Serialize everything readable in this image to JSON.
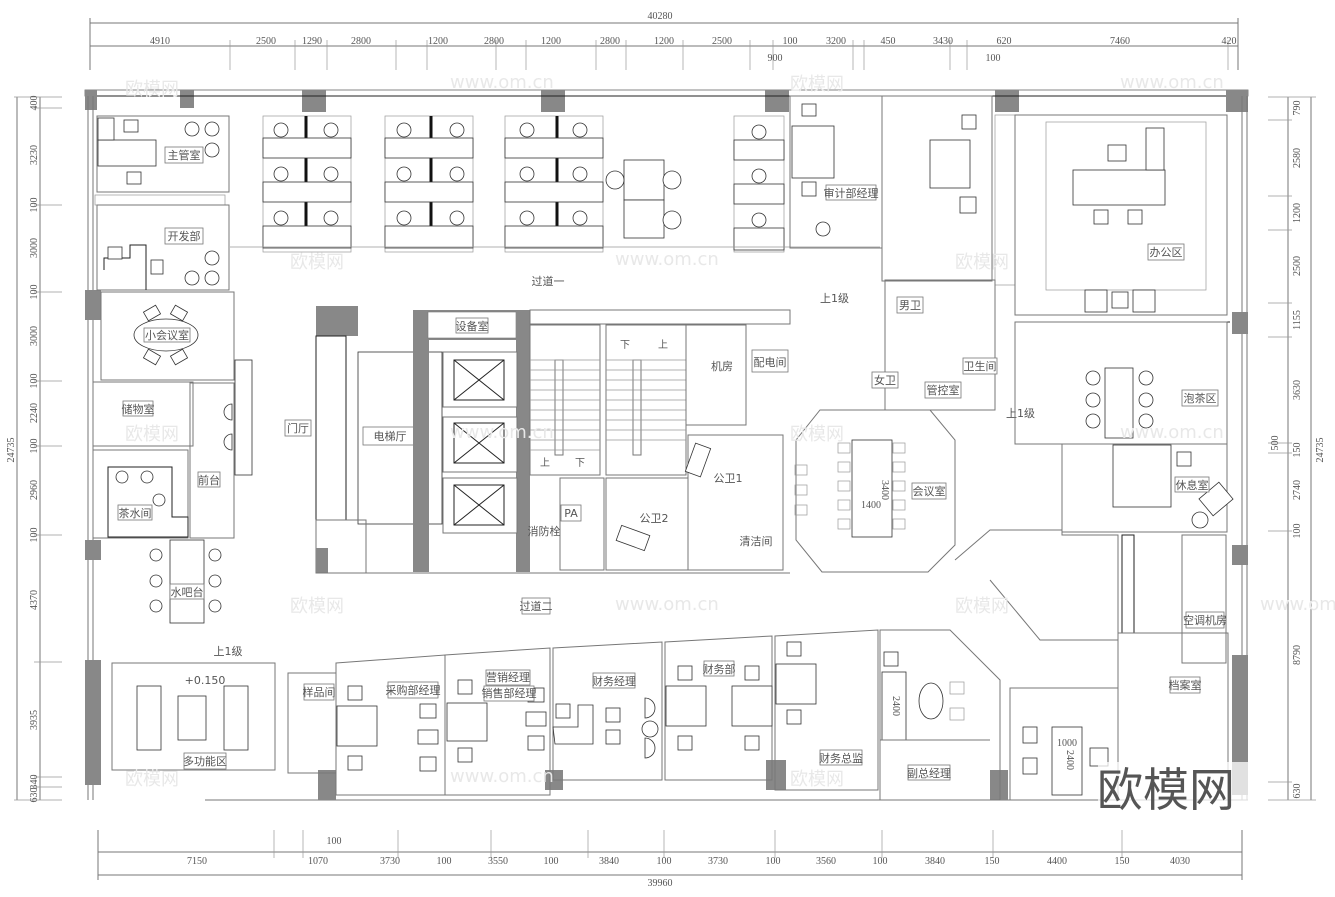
{
  "drawing": {
    "type": "office floor plan",
    "watermark_text": "欧模网",
    "watermark_url": "www.om.cn",
    "elevation_note": "+0.150",
    "step_note": "上1级"
  },
  "dimensions": {
    "top_total": "40280",
    "top_segments": [
      "4910",
      "2500",
      "1290",
      "2800",
      "1200",
      "2800",
      "1200",
      "2800",
      "1200",
      "2500",
      "100",
      "3200",
      "450",
      "3430",
      "620",
      "7460",
      "420"
    ],
    "top_sub": [
      "900",
      "100"
    ],
    "bottom_total": "39960",
    "bottom_segments": [
      "7150",
      "1070",
      "3730",
      "100",
      "3550",
      "100",
      "3840",
      "100",
      "3730",
      "100",
      "3560",
      "100",
      "3840",
      "150",
      "4400",
      "150",
      "4030"
    ],
    "bottom_sub": [
      "100"
    ],
    "left_total": "24735",
    "left_segments": [
      "400",
      "3230",
      "100",
      "3000",
      "100",
      "3000",
      "100",
      "2240",
      "100",
      "2960",
      "100",
      "4370",
      "3935",
      "340",
      "630"
    ],
    "right_total": "24735",
    "right_segments": [
      "790",
      "2580",
      "1200",
      "2500",
      "1155",
      "3630",
      "500",
      "150",
      "2740",
      "100",
      "8790",
      "630"
    ]
  },
  "rooms": {
    "supervisor": "主管室",
    "development": "开发部",
    "small_meeting": "小会议室",
    "storage": "储物室",
    "tea_room": "茶水间",
    "reception": "前台",
    "water_bar": "水吧台",
    "lobby": "门厅",
    "elevator_hall": "电梯厅",
    "equipment": "设备室",
    "machine_room": "机房",
    "power_room": "配电间",
    "pa": "PA",
    "fire_hydrant": "消防栓",
    "public_wc1": "公卫1",
    "public_wc2": "公卫2",
    "cleaning": "清洁间",
    "corridor1": "过道一",
    "corridor2": "过道二",
    "audit_manager": "审计部经理",
    "men_wc": "男卫",
    "women_wc": "女卫",
    "control_room": "管控室",
    "washroom": "卫生间",
    "office_area": "办公区",
    "tea_area": "泡茶区",
    "meeting_room": "会议室",
    "rest_room": "休息室",
    "ac_room": "空调机房",
    "archive": "档案室",
    "multifunction": "多功能区",
    "sample_room": "样品间",
    "purchase_manager": "采购部经理",
    "marketing_manager": "营销经理",
    "sales_manager": "销售部经理",
    "finance_manager": "财务经理",
    "finance_dept": "财务部",
    "finance_director": "财务总监",
    "deputy_gm": "副总经理"
  },
  "annotations": {
    "meeting_table_w": "1400",
    "meeting_table_l": "3400",
    "deputy_sofa": "2400",
    "archive_desk_w": "1000",
    "archive_desk_l": "2400",
    "stair_up": "上",
    "stair_down": "下"
  }
}
